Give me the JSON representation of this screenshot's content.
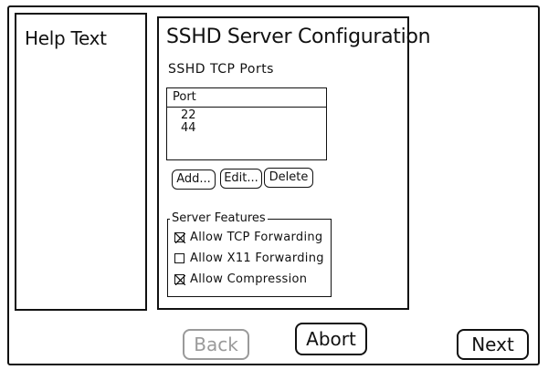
{
  "help": {
    "title": "Help Text"
  },
  "main": {
    "title": "SSHD Server Configuration",
    "ports_label": "SSHD TCP Ports",
    "ports_table": {
      "header": "Port",
      "rows": [
        "22",
        "44"
      ]
    },
    "buttons": {
      "add": "Add...",
      "edit": "Edit...",
      "delete": "Delete"
    },
    "features": {
      "legend": "Server Features",
      "items": [
        {
          "label": "Allow TCP Forwarding",
          "checked": true
        },
        {
          "label": "Allow X11 Forwarding",
          "checked": false
        },
        {
          "label": "Allow Compression",
          "checked": true
        }
      ]
    }
  },
  "footer": {
    "back": "Back",
    "back_disabled": true,
    "abort": "Abort",
    "next": "Next"
  }
}
